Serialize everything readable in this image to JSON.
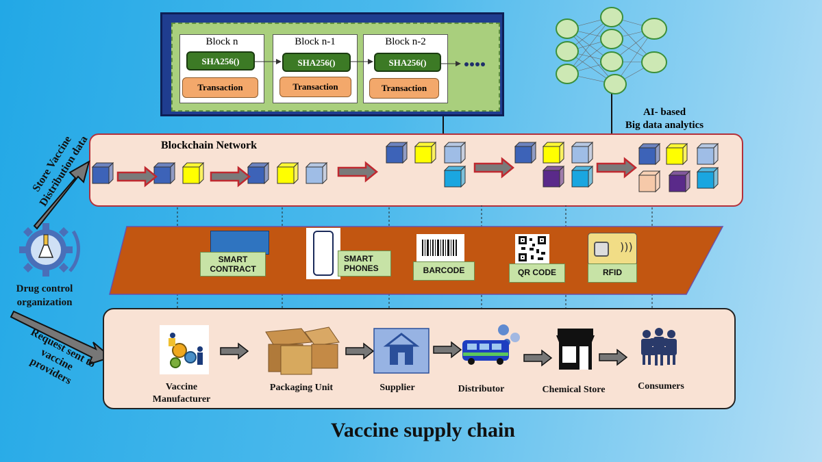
{
  "blocks": [
    {
      "title": "Block n",
      "hash": "SHA256()",
      "tx": "Transaction"
    },
    {
      "title": "Block n-1",
      "hash": "SHA256()",
      "tx": "Transaction"
    },
    {
      "title": "Block n-2",
      "hash": "SHA256()",
      "tx": "Transaction"
    }
  ],
  "ai": {
    "line1": "AI- based",
    "line2": "Big data analytics"
  },
  "network": {
    "title": "Blockchain Network"
  },
  "technologies": [
    {
      "label1": "SMART",
      "label2": "CONTRACT"
    },
    {
      "label1": "SMART",
      "label2": "PHONES"
    },
    {
      "label1": "BARCODE"
    },
    {
      "label1": "QR CODE"
    },
    {
      "label1": "RFID"
    }
  ],
  "side": {
    "store_line1": "Store Vaccine",
    "store_line2": "Distribution data",
    "drug_line1": "Drug control",
    "drug_line2": "organization",
    "request_line1": "Request sent to",
    "request_line2": "vaccine",
    "request_line3": "providers"
  },
  "supply_chain": [
    {
      "line1": "Vaccine",
      "line2": "Manufacturer"
    },
    {
      "line1": "Packaging Unit"
    },
    {
      "line1": "Supplier"
    },
    {
      "line1": "Distributor"
    },
    {
      "line1": "Chemical Store"
    },
    {
      "line1": "Consumers"
    }
  ],
  "footer": {
    "title": "Vaccine supply chain"
  },
  "colors": {
    "cube_blue": "#3d63b8",
    "cube_yellow": "#ffff00",
    "cube_light": "#9fbde6",
    "cube_cyan": "#1aa6e0",
    "cube_purple": "#5a2a8a",
    "cube_peach": "#f6c9a9",
    "arrow_red": "#c0282f",
    "trapezoid": "#c25611"
  }
}
